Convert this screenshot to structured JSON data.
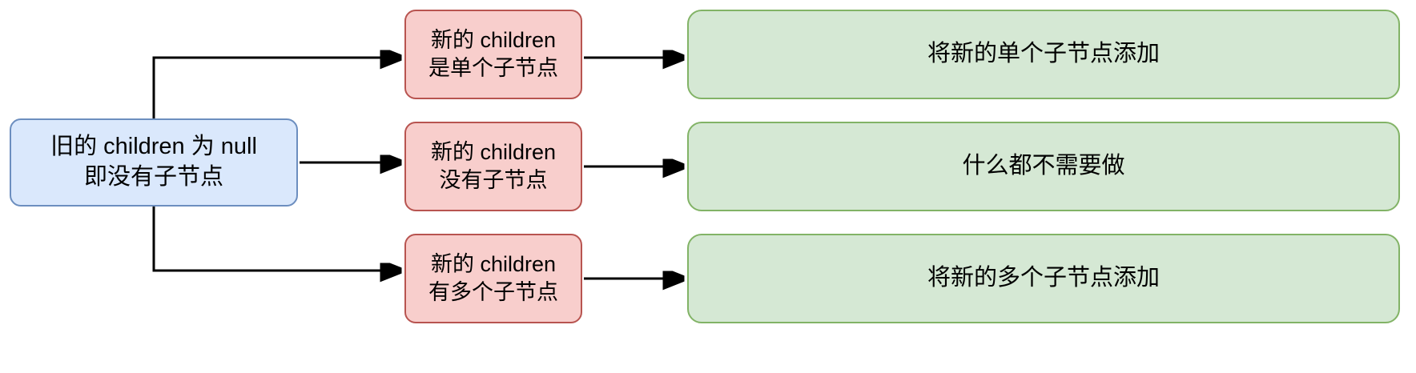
{
  "diagram": {
    "title_text_lang": "zh-CN",
    "colors": {
      "start_fill": "#dae8fc",
      "start_stroke": "#6c8ebf",
      "condition_fill": "#f8cecc",
      "condition_stroke": "#b85450",
      "result_fill": "#d5e8d4",
      "result_stroke": "#82b366",
      "edge_stroke": "#000000",
      "background": "#ffffff"
    },
    "start_node": {
      "label": "旧的 children 为 null\n即没有子节点"
    },
    "conditions": [
      {
        "label": "新的 children\n是单个子节点"
      },
      {
        "label": "新的 children\n没有子节点"
      },
      {
        "label": "新的 children\n有多个子节点"
      }
    ],
    "results": [
      {
        "label": "将新的单个子节点添加"
      },
      {
        "label": "什么都不需要做"
      },
      {
        "label": "将新的多个子节点添加"
      }
    ],
    "edges": [
      {
        "from": "start",
        "to": "condition-1",
        "kind": "elbow-up-arrow"
      },
      {
        "from": "start",
        "to": "condition-2",
        "kind": "straight-arrow"
      },
      {
        "from": "start",
        "to": "condition-3",
        "kind": "elbow-down-arrow"
      },
      {
        "from": "condition-1",
        "to": "result-1",
        "kind": "straight-arrow"
      },
      {
        "from": "condition-2",
        "to": "result-2",
        "kind": "straight-arrow"
      },
      {
        "from": "condition-3",
        "to": "result-3",
        "kind": "straight-arrow"
      }
    ]
  }
}
